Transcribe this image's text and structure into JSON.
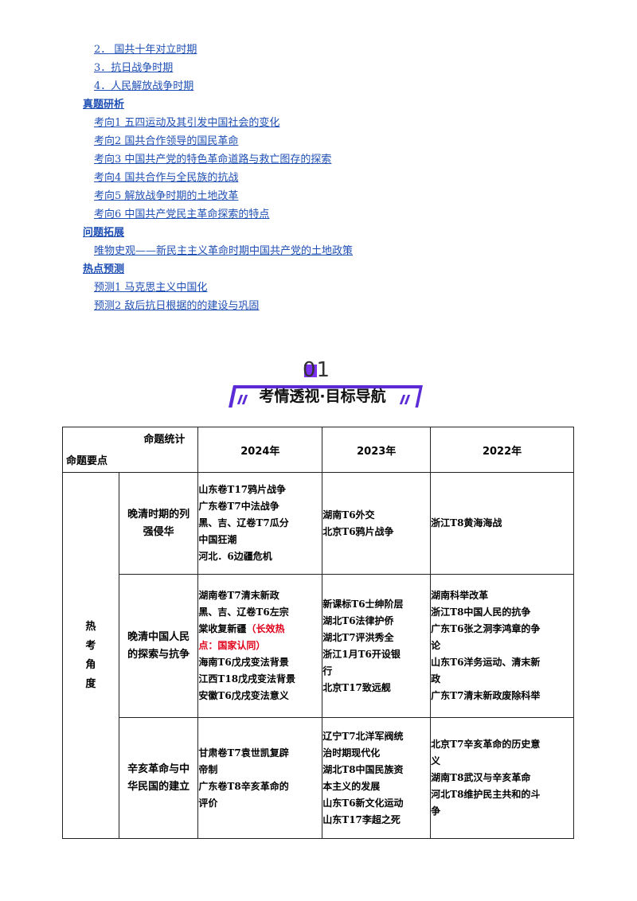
{
  "toc": {
    "items": [
      {
        "text": "2．  国共十年对立时期",
        "kind": "item"
      },
      {
        "text": "3．抗日战争时期",
        "kind": "item"
      },
      {
        "text": "4．人民解放战争时期",
        "kind": "item"
      },
      {
        "text": "真题研析",
        "kind": "sec"
      },
      {
        "text": "考向1      五四运动及其引发中国社会的变化",
        "kind": "item"
      },
      {
        "text": "考向2      国共合作领导的国民革命",
        "kind": "item"
      },
      {
        "text": "考向3  中国共产党的特色革命道路与救亡图存的探索",
        "kind": "item"
      },
      {
        "text": "考向4      国共合作与全民族的抗战",
        "kind": "item"
      },
      {
        "text": "考向5      解放战争时期的土地改革",
        "kind": "item"
      },
      {
        "text": "考向6      中国共产党民主革命探索的特点",
        "kind": "item"
      },
      {
        "text": "问题拓展",
        "kind": "sec"
      },
      {
        "text": "唯物史观——新民主主义革命时期中国共产党的土地政策",
        "kind": "item"
      },
      {
        "text": "热点预测",
        "kind": "sec"
      },
      {
        "text": "预测1      马克思主义中国化",
        "kind": "item"
      },
      {
        "text": "预测2      敌后抗日根据的的建设与巩固",
        "kind": "item"
      }
    ]
  },
  "banner": {
    "number": "01",
    "title": "考情透视·目标导航"
  },
  "table": {
    "header_top": "命题统计",
    "header_bottom": "命题要点",
    "years": [
      "2024年",
      "2023年",
      "2022年"
    ],
    "category": [
      "热",
      "考",
      "角",
      "度"
    ],
    "rows": [
      {
        "topic": [
          "晚清时期的列",
          "强侵华"
        ],
        "y2024": [
          "山东卷T17鸦片战争",
          "广东卷T7中法战争",
          "黑、吉、辽卷T7瓜分",
          "中国狂潮",
          "河北．6边疆危机"
        ],
        "y2023": [
          "湖南T6外交",
          "北京T6鸦片战争"
        ],
        "y2022": [
          "浙江T8黄海海战"
        ]
      },
      {
        "topic": [
          "晚清中国人民",
          "的探索与抗争"
        ],
        "y2024_a": [
          "湖南卷T7清末新政",
          "黑、吉、辽卷T6左宗",
          "棠收复新疆"
        ],
        "y2024_red": [
          "（长效热",
          "点：国家认同）"
        ],
        "y2024_b": [
          "海南T6戊戌变法背景",
          "江西T18戊戌变法背景",
          "安徽T6戊戌变法意义"
        ],
        "y2023": [
          "新课标T6士绅阶层",
          "湖北T6法律护侨",
          "湖北T7评洪秀全",
          "浙江1月T6开设银",
          "行",
          "北京T17致远舰"
        ],
        "y2022": [
          "湖南科举改革",
          "浙江T8中国人民的抗争",
          "广东T6张之洞李鸿章的争",
          "论",
          "山东T6洋务运动、清末新",
          "政",
          "广东T7清末新政废除科举"
        ]
      },
      {
        "topic": [
          "辛亥革命与中",
          "华民国的建立"
        ],
        "y2024": [
          "甘肃卷T7袁世凯复辟",
          "帝制",
          "广东卷T8辛亥革命的",
          "评价"
        ],
        "y2023": [
          "辽宁T7北洋军阀统",
          "治时期现代化",
          "湖北T8中国民族资",
          "本主义的发展",
          "山东T6新文化运动",
          "山东T17李超之死"
        ],
        "y2022": [
          "北京T7辛亥革命的历史意",
          "义",
          "湖南T8武汉与辛亥革命",
          "河北T8维护民主共和的斗",
          "争"
        ]
      }
    ]
  }
}
